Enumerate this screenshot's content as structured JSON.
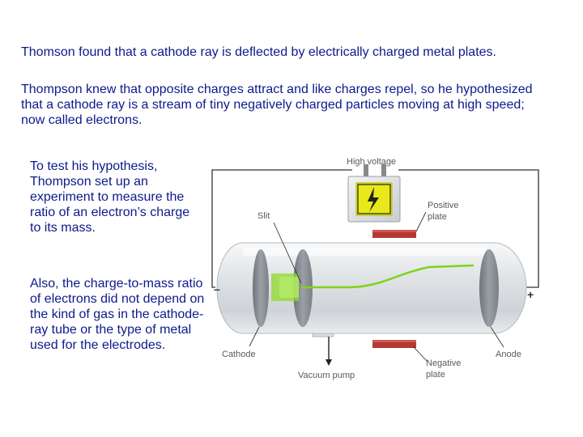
{
  "text": {
    "p1": "Thomson found that a cathode ray is deflected by electrically charged metal plates.",
    "p2": "Thompson knew that opposite charges attract and like charges repel, so he hypothesized that a cathode ray is a stream of tiny negatively charged particles moving at high speed; now called electrons.",
    "p3": "To test his hypothesis, Thompson set up an experiment to measure the ratio of an electron’s charge to its mass.",
    "p4": "Also, the charge-to-mass ratio of electrons did not depend on the kind of gas in the cathode-ray tube or the type of metal used for the electrodes."
  },
  "diagram": {
    "labels": {
      "high_voltage": "High voltage",
      "slit": "Slit",
      "positive_plate_1": "Positive",
      "positive_plate_2": "plate",
      "cathode": "Cathode",
      "anode": "Anode",
      "vacuum_pump": "Vacuum pump",
      "negative_plate_1": "Negative",
      "negative_plate_2": "plate",
      "minus": "–",
      "plus": "+"
    },
    "colors": {
      "plate": "#b23a33",
      "beam": "#7fd31a",
      "warning": "#e8e81a",
      "tube": "#dfe2e5"
    }
  }
}
